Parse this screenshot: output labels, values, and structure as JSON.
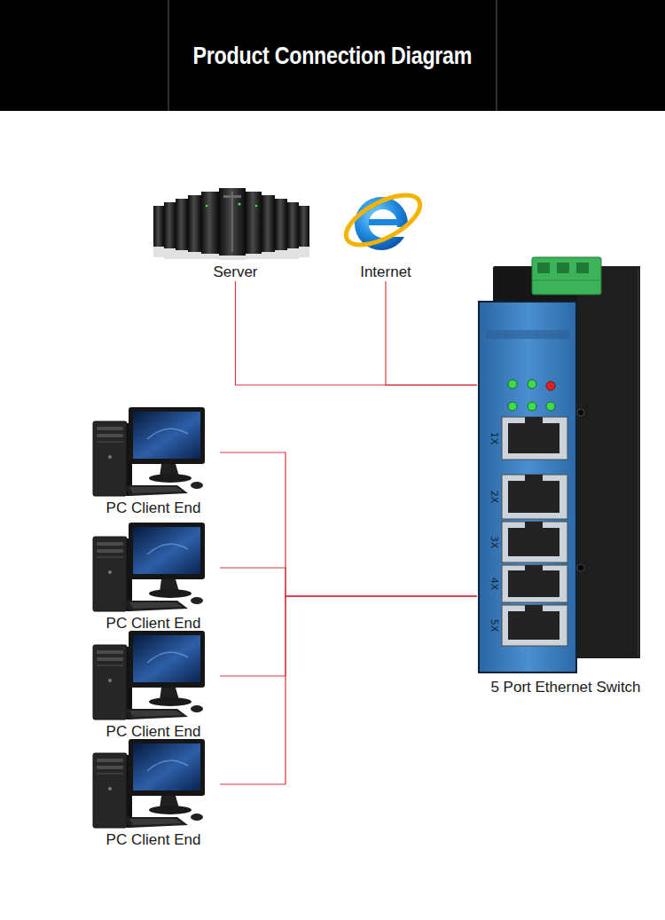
{
  "diagram": {
    "title": "Product Connection Diagram",
    "nodes": [
      {
        "text": [
          "Server"
        ]
      },
      {
        "text": [
          "Internet"
        ]
      },
      {
        "text": [
          "PC Client End"
        ]
      },
      {
        "text": [
          "PC Client End"
        ]
      },
      {
        "text": [
          "PC Client End"
        ]
      },
      {
        "text": [
          "PC Client End"
        ]
      },
      {
        "text": [
          "5 Port Ethernet Switch"
        ]
      }
    ],
    "edges": [
      {
        "from": 0,
        "to": 6,
        "arrow": "none"
      },
      {
        "from": 1,
        "to": 6,
        "arrow": "none"
      },
      {
        "from": 2,
        "to": 6,
        "arrow": "none"
      },
      {
        "from": 3,
        "to": 6,
        "arrow": "none"
      },
      {
        "from": 4,
        "to": 6,
        "arrow": "none"
      },
      {
        "from": 5,
        "to": 6,
        "arrow": "none"
      }
    ],
    "labels": [
      "1X",
      "2X",
      "3X",
      "4X",
      "5X"
    ]
  }
}
